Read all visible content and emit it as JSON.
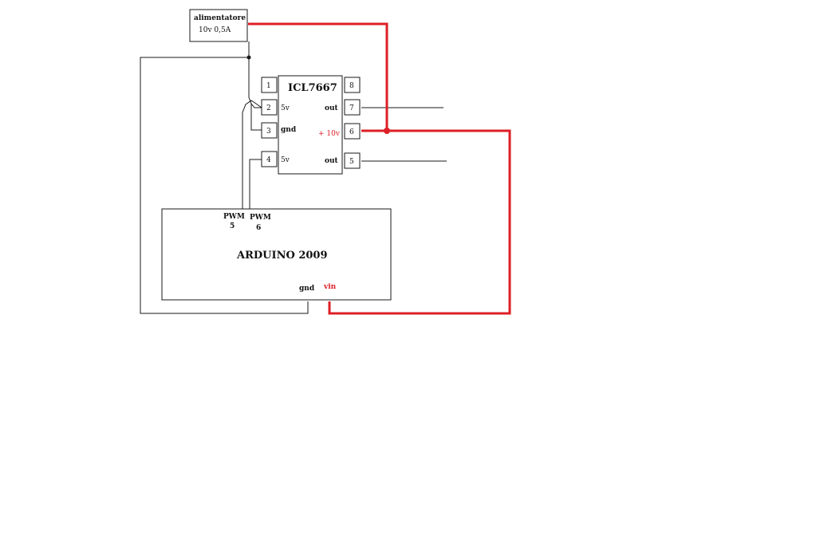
{
  "diagram": {
    "colors": {
      "wire": "#1a1a1a",
      "power_wire": "#dd1f26",
      "background": "#ffffff"
    },
    "power_supply": {
      "title": "alimentatore",
      "rating": "10v 0,5A"
    },
    "chip": {
      "name": "ICL7667",
      "pins": [
        {
          "number": "1",
          "label": ""
        },
        {
          "number": "2",
          "label": "5v"
        },
        {
          "number": "3",
          "label": "gnd"
        },
        {
          "number": "4",
          "label": "5v"
        },
        {
          "number": "5",
          "label": "out"
        },
        {
          "number": "6",
          "label": "+ 10v"
        },
        {
          "number": "7",
          "label": "out"
        },
        {
          "number": "8",
          "label": ""
        }
      ]
    },
    "arduino": {
      "name": "ARDUINO 2009",
      "pwm5_label": "PWM",
      "pwm5_number": "5",
      "pwm6_label": "PWM",
      "pwm6_number": "6",
      "gnd_label": "gnd",
      "vin_label": "vin"
    }
  }
}
